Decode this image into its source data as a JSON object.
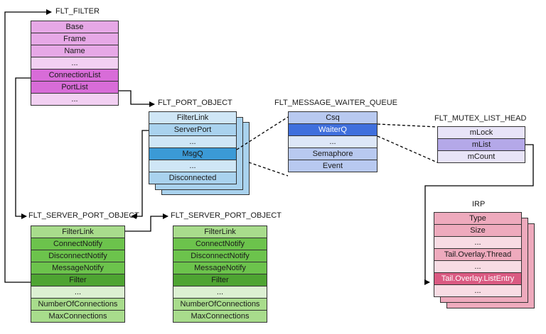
{
  "filter": {
    "title": "FLT_FILTER",
    "rows": [
      "Base",
      "Frame",
      "Name",
      "...",
      "ConnectionList",
      "PortList",
      "..."
    ]
  },
  "port_object": {
    "title": "FLT_PORT_OBJECT",
    "rows": [
      "FilterLink",
      "ServerPort",
      "...",
      "MsgQ",
      "...",
      "Disconnected"
    ]
  },
  "waiter_queue": {
    "title": "FLT_MESSAGE_WAITER_QUEUE",
    "rows": [
      "Csq",
      "WaiterQ",
      "...",
      "Semaphore",
      "Event"
    ]
  },
  "mutex_list": {
    "title": "FLT_MUTEX_LIST_HEAD",
    "rows": [
      "mLock",
      "mList",
      "mCount"
    ]
  },
  "server_port_1": {
    "title": "FLT_SERVER_PORT_OBJECT",
    "rows": [
      "FilterLink",
      "ConnectNotify",
      "DisconnectNotify",
      "MessageNotify",
      "Filter",
      "...",
      "NumberOfConnections",
      "MaxConnections"
    ]
  },
  "server_port_2": {
    "title": "FLT_SERVER_PORT_OBJECT",
    "rows": [
      "FilterLink",
      "ConnectNotify",
      "DisconnectNotify",
      "MessageNotify",
      "Filter",
      "...",
      "NumberOfConnections",
      "MaxConnections"
    ]
  },
  "irp": {
    "title": "IRP",
    "rows": [
      "Type",
      "Size",
      "...",
      "Tail.Overlay.Thread",
      "...",
      "Tail.Overlay.ListEntry",
      "..."
    ]
  },
  "colors": {
    "filter_light": "#f2d0f2",
    "filter_mid": "#e6a8e6",
    "filter_dark": "#d86cd8",
    "port_light": "#cfe6f6",
    "port_mid": "#a9d2ee",
    "port_dark": "#3b9ad6",
    "waiter_light": "#dde7f8",
    "waiter_mid": "#b8c9f0",
    "waiter_dark": "#3f6fdd",
    "mutex_light": "#e8e4f8",
    "mutex_mid": "#b4a8e8",
    "server_light": "#dcf0d2",
    "server_mid": "#a8dc8c",
    "server_green": "#6cc34c",
    "server_dark": "#4ea432",
    "irp_light": "#f8dce4",
    "irp_mid": "#eeaabd",
    "irp_dark": "#da5a82"
  }
}
